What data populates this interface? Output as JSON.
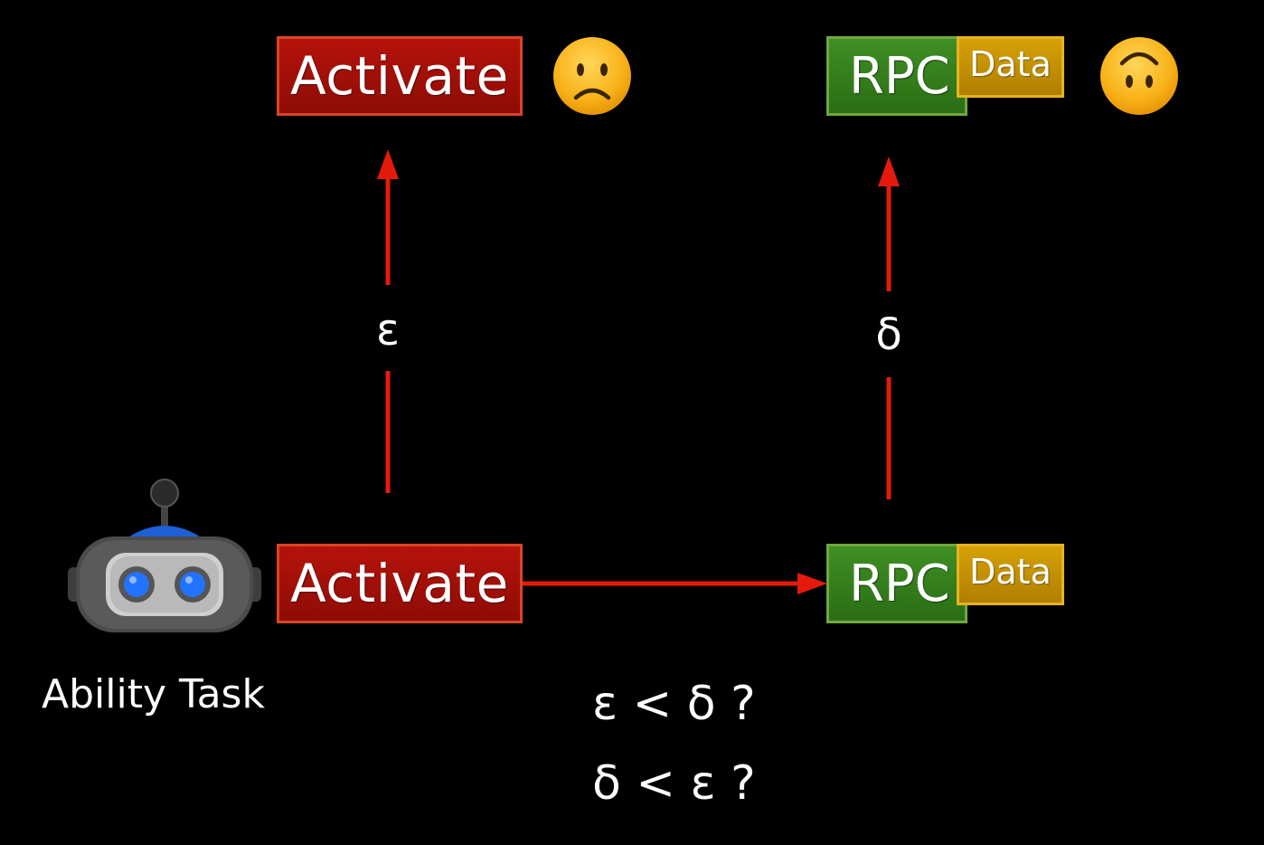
{
  "top": {
    "activate_label": "Activate",
    "rpc_label": "RPC",
    "data_label": "Data"
  },
  "bottom": {
    "activate_label": "Activate",
    "rpc_label": "RPC",
    "data_label": "Data"
  },
  "edges": {
    "left_label": "ε",
    "right_label": "δ"
  },
  "robot_label": "Ability Task",
  "questions": [
    "ε < δ ?",
    "δ < ε ?"
  ],
  "icons": {
    "left_emoji": "frowning-face-icon",
    "right_emoji": "upside-down-face-icon",
    "robot": "robot-icon"
  },
  "colors": {
    "background": "#000000",
    "activate": "#a5100a",
    "rpc": "#357f1d",
    "data": "#c99206",
    "arrow": "#e41b0c"
  }
}
